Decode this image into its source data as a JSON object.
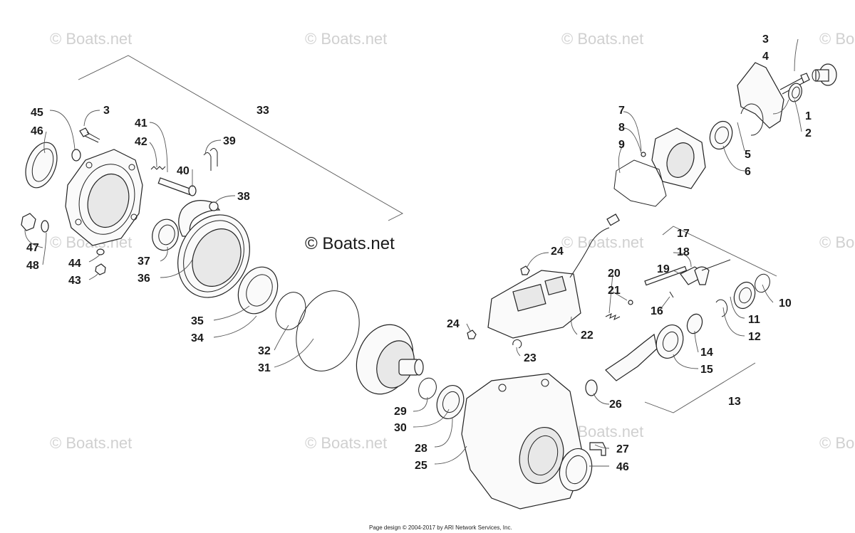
{
  "watermark": {
    "text": "© Boats.net",
    "center_text": "© Boats.net"
  },
  "footer": {
    "text": "Page design © 2004-2017 by ARI Network Services, Inc."
  },
  "callouts": [
    "1",
    "2",
    "3",
    "3",
    "4",
    "5",
    "6",
    "7",
    "8",
    "9",
    "10",
    "11",
    "12",
    "13",
    "14",
    "15",
    "16",
    "17",
    "18",
    "19",
    "20",
    "21",
    "22",
    "23",
    "24",
    "24",
    "25",
    "26",
    "27",
    "28",
    "29",
    "30",
    "31",
    "32",
    "33",
    "34",
    "35",
    "36",
    "37",
    "38",
    "39",
    "40",
    "41",
    "42",
    "43",
    "44",
    "45",
    "46",
    "46",
    "47",
    "48"
  ],
  "colors": {
    "line": "#222222",
    "watermark": "#d0d0d0",
    "background": "#ffffff"
  }
}
